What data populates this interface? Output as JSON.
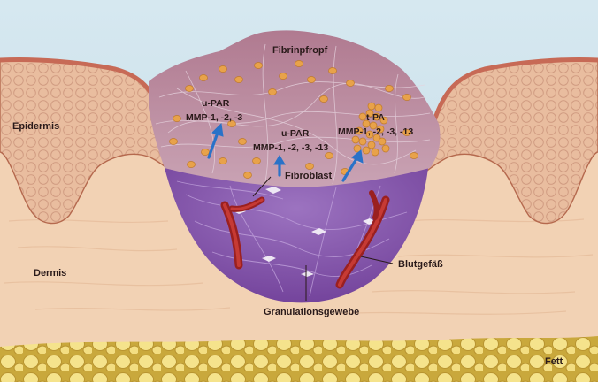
{
  "diagram": {
    "labels": {
      "fibrin_plug": "Fibrinpfropf",
      "epidermis": "Epidermis",
      "dermis": "Dermis",
      "fat": "Fett",
      "fibroblast": "Fibroblast",
      "blood_vessel": "Blutgefäß",
      "granulation_tissue": "Granulationsgewebe"
    },
    "enzyme_groups": {
      "left": {
        "line1": "u-PAR",
        "line2": "MMP-1, -2, -3"
      },
      "center": {
        "line1": "u-PAR",
        "line2": "MMP-1, -2, -3, -13"
      },
      "right": {
        "line1": "t-PA",
        "line2": "MMP-1, -2, -3, -13"
      }
    },
    "colors": {
      "sky": "#cfe3ec",
      "dermis": "#f2d2b4",
      "epidermis": "#e6b79a",
      "fibrin": "#b98a9e",
      "granulation": "#8a5cb0",
      "fat": "#f1e08a",
      "vessel": "#b02a2a",
      "arrow": "#2a72c8",
      "platelet": "#e8a24a"
    }
  }
}
